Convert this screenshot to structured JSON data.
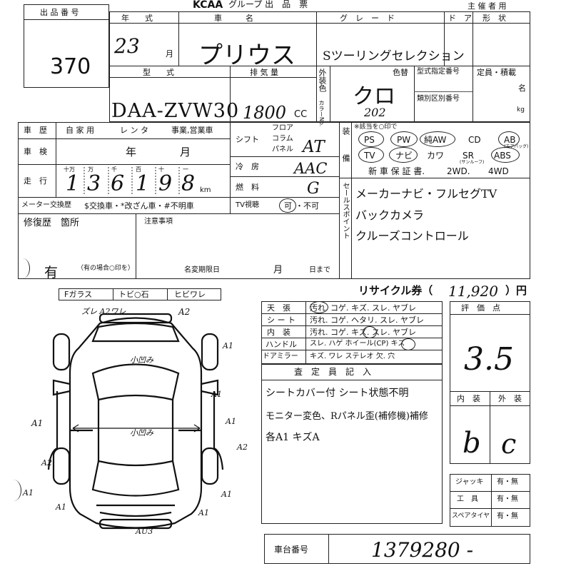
{
  "header": {
    "lot_label": "出 品 番 号",
    "lot_number": "370",
    "logo": "KCAA",
    "group_title": "グループ 出　品　票",
    "organizer_label": "主 催 者 用"
  },
  "row1": {
    "year_label": "年　　式",
    "year_value": "23",
    "month_suffix": "月",
    "car_name_label": "車　　　名",
    "car_name_value": "プリウス",
    "grade_label": "グ　レ　ー　ド",
    "grade_value": "Sツーリングセレクション",
    "door_label": "ド　ア",
    "shape_label": "形　状"
  },
  "row2": {
    "model_label": "型　　式",
    "model_value": "DAA-ZVW30",
    "displacement_label": "排 気 量",
    "displacement_value": "1800",
    "displacement_unit": "CC",
    "exterior_color_label": "外装色",
    "color_code_label": "カラーNo.",
    "repaint_label": "色替",
    "color_value": "クロ",
    "color_code_value": "202",
    "type_designation_label": "型式指定番号",
    "category_label": "類別区別番号",
    "capacity_label": "定員・積載",
    "capacity_unit_people": "名",
    "capacity_unit_kg": "kg"
  },
  "history": {
    "history_label": "車　歴",
    "private": "自 家 用",
    "rental": "レ ン タ",
    "business": "事業,営業車",
    "inspection_label": "車　検",
    "inspection_year": "年",
    "inspection_month": "月",
    "mileage_label": "走　行",
    "mileage_units": [
      "十万",
      "万",
      "千",
      "百",
      "十",
      "一"
    ],
    "mileage_digits": [
      "1",
      "3",
      "6",
      "1",
      "9",
      "8"
    ],
    "mileage_unit": "km",
    "meter_swap_label": "メーター交換歴",
    "meter_swap_options": "$交換車・*改ざん車・#不明車",
    "repair_label": "修復歴　箇所",
    "repair_value": "有",
    "repair_note": "（有の場合○印を）",
    "notes_label": "注意事項",
    "expiry_label": "名変期限日",
    "expiry_month": "月",
    "expiry_day": "日まで"
  },
  "drivetrain": {
    "shift_label": "シフト",
    "floor": "フロア",
    "column": "コラム",
    "panel": "パネル",
    "shift_value": "AT",
    "ac_label": "冷　房",
    "ac_value": "AAC",
    "fuel_label": "燃　料",
    "fuel_value": "G",
    "tv_label": "TV視聴",
    "tv_yes": "可",
    "tv_no": "・不可"
  },
  "equipment": {
    "label": "装　備",
    "note": "※該当を○印で",
    "row1": [
      "PS",
      "PW",
      "純AW",
      "CD",
      "AB"
    ],
    "row2": [
      "TV",
      "ナビ",
      "カワ",
      "SR",
      "ABS"
    ],
    "ab_note": "(エアバッグ)",
    "sr_note": "(サンルーフ)",
    "row3": [
      "新 車 保 証 書.",
      "2WD.",
      "4WD"
    ],
    "circled": [
      "PS",
      "PW",
      "純AW",
      "AB",
      "TV",
      "ナビ",
      "ABS"
    ]
  },
  "sales_points": {
    "label": "セールスポイント",
    "lines": [
      "メーカーナビ・フルセグTV",
      "バックカメラ",
      "クルーズコントロール"
    ]
  },
  "glass": {
    "items": [
      "Fガラス",
      "トビ○石",
      "ヒビワレ"
    ]
  },
  "recycle": {
    "label": "リサイクル券（",
    "value": "11,920",
    "suffix": "）円"
  },
  "condition": {
    "rows": [
      {
        "label": "天　張",
        "options": "汚れ. コゲ. キズ. スレ. ヤブレ"
      },
      {
        "label": "シ ー ト",
        "options": "汚れ. コゲ. ヘタリ. スレ. ヤブレ"
      },
      {
        "label": "内　装",
        "options": "汚れ. コゲ. キズ. スレ. ヤブレ"
      },
      {
        "label": "ハンドル",
        "options": "スレ. ハゲ   ホイール(CP)   キズ"
      },
      {
        "label": "ドアミラー",
        "options": "キズ. ワレ   ステレオ   欠. 穴"
      }
    ]
  },
  "inspector": {
    "label": "査　定　員　記　入",
    "lines": [
      "シートカバー付 シート状態不明",
      "モニター変色、Rパネル歪(補修機)補修",
      "各A1 キズA"
    ]
  },
  "score": {
    "label": "評　価　点",
    "value": "3.5",
    "interior_label": "内　装",
    "exterior_label": "外　装",
    "interior_grade": "b",
    "exterior_grade": "c"
  },
  "tools": {
    "rows": [
      {
        "label": "ジャッキ",
        "value": "有・無"
      },
      {
        "label": "工　具",
        "value": "有・無"
      },
      {
        "label": "スペアタイヤ",
        "value": "有・無"
      }
    ]
  },
  "chassis": {
    "label": "車台番号",
    "value": "1379280 -"
  },
  "diagram": {
    "marks": [
      "ズレ A2ワレ",
      "A2",
      "小凹み",
      "小凹み",
      "A1",
      "A1",
      "A1",
      "A1",
      "A2",
      "A2",
      "A1",
      "A1",
      "A1",
      "A1",
      "AU3"
    ]
  }
}
